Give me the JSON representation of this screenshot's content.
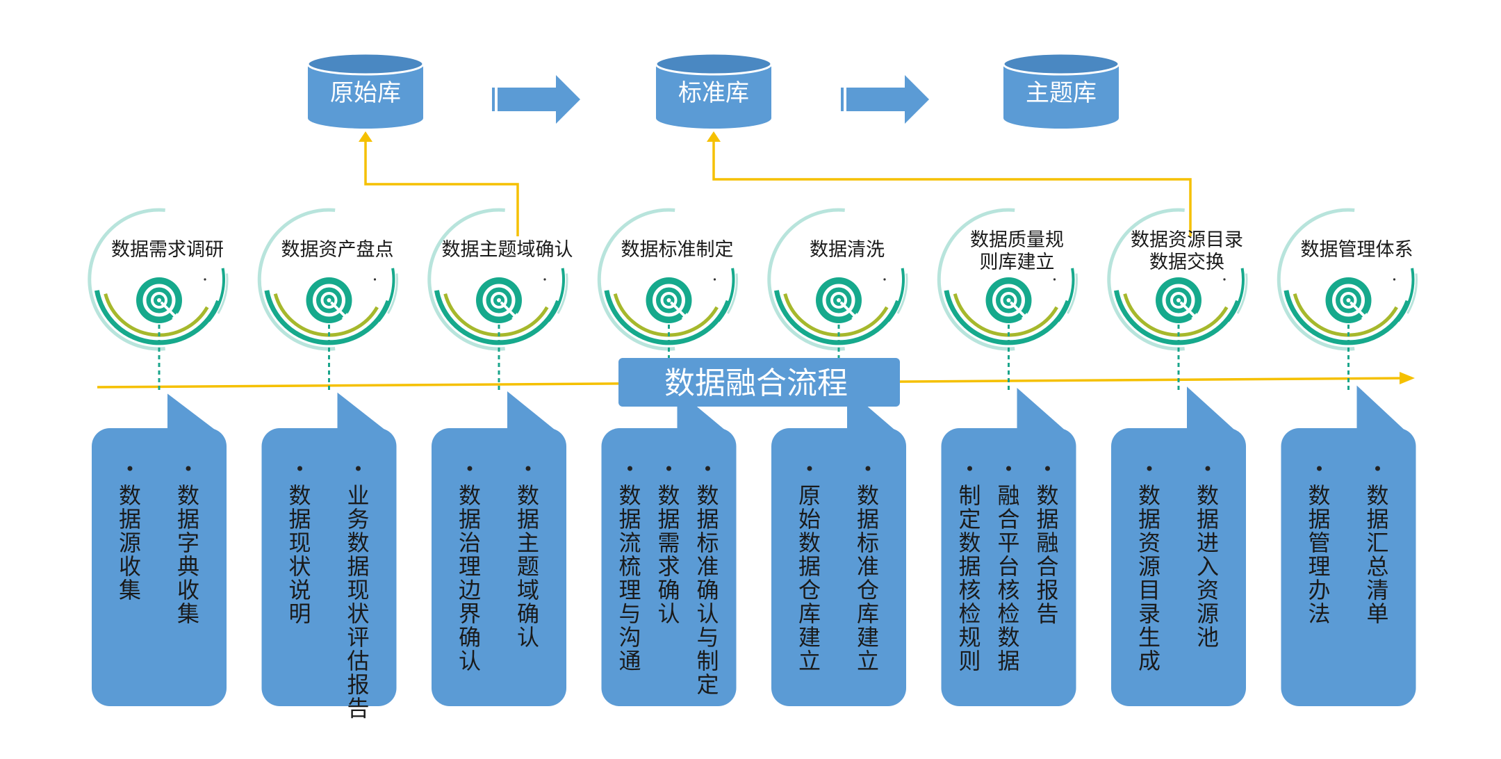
{
  "databases": [
    "原始库",
    "标准库",
    "主题库"
  ],
  "center_label": "数据融合流程",
  "steps": [
    {
      "label": [
        "数据需求调研"
      ],
      "items": [
        "数据源收集",
        "数据字典收集"
      ]
    },
    {
      "label": [
        "数据资产盘点"
      ],
      "items": [
        "数据现状说明",
        "业务数据现状评估报告"
      ]
    },
    {
      "label": [
        "数据主题域确认"
      ],
      "items": [
        "数据治理边界确认",
        "数据主题域确认"
      ]
    },
    {
      "label": [
        "数据标准制定"
      ],
      "items": [
        "数据流梳理与沟通",
        "数据需求确认",
        "数据标准确认与制定"
      ]
    },
    {
      "label": [
        "数据清洗"
      ],
      "items": [
        "原始数据仓库建立",
        "数据标准仓库建立"
      ]
    },
    {
      "label": [
        "数据质量规",
        "则库建立"
      ],
      "items": [
        "制定数据核检规则",
        "融合平台核检数据",
        "数据融合报告"
      ]
    },
    {
      "label": [
        "数据资源目录",
        "数据交换"
      ],
      "items": [
        "数据资源目录生成",
        "数据进入资源池"
      ]
    },
    {
      "label": [
        "数据管理体系"
      ],
      "items": [
        "数据管理办法",
        "数据汇总清单"
      ]
    }
  ],
  "colors": {
    "box": "#5b9bd5",
    "box_dark": "#4a88c2",
    "timeline": "#f5c000",
    "teal": "#16a98c",
    "olive": "#a6b82c",
    "ring_light": "#b8e4dc",
    "dash": "#1aa58b"
  }
}
